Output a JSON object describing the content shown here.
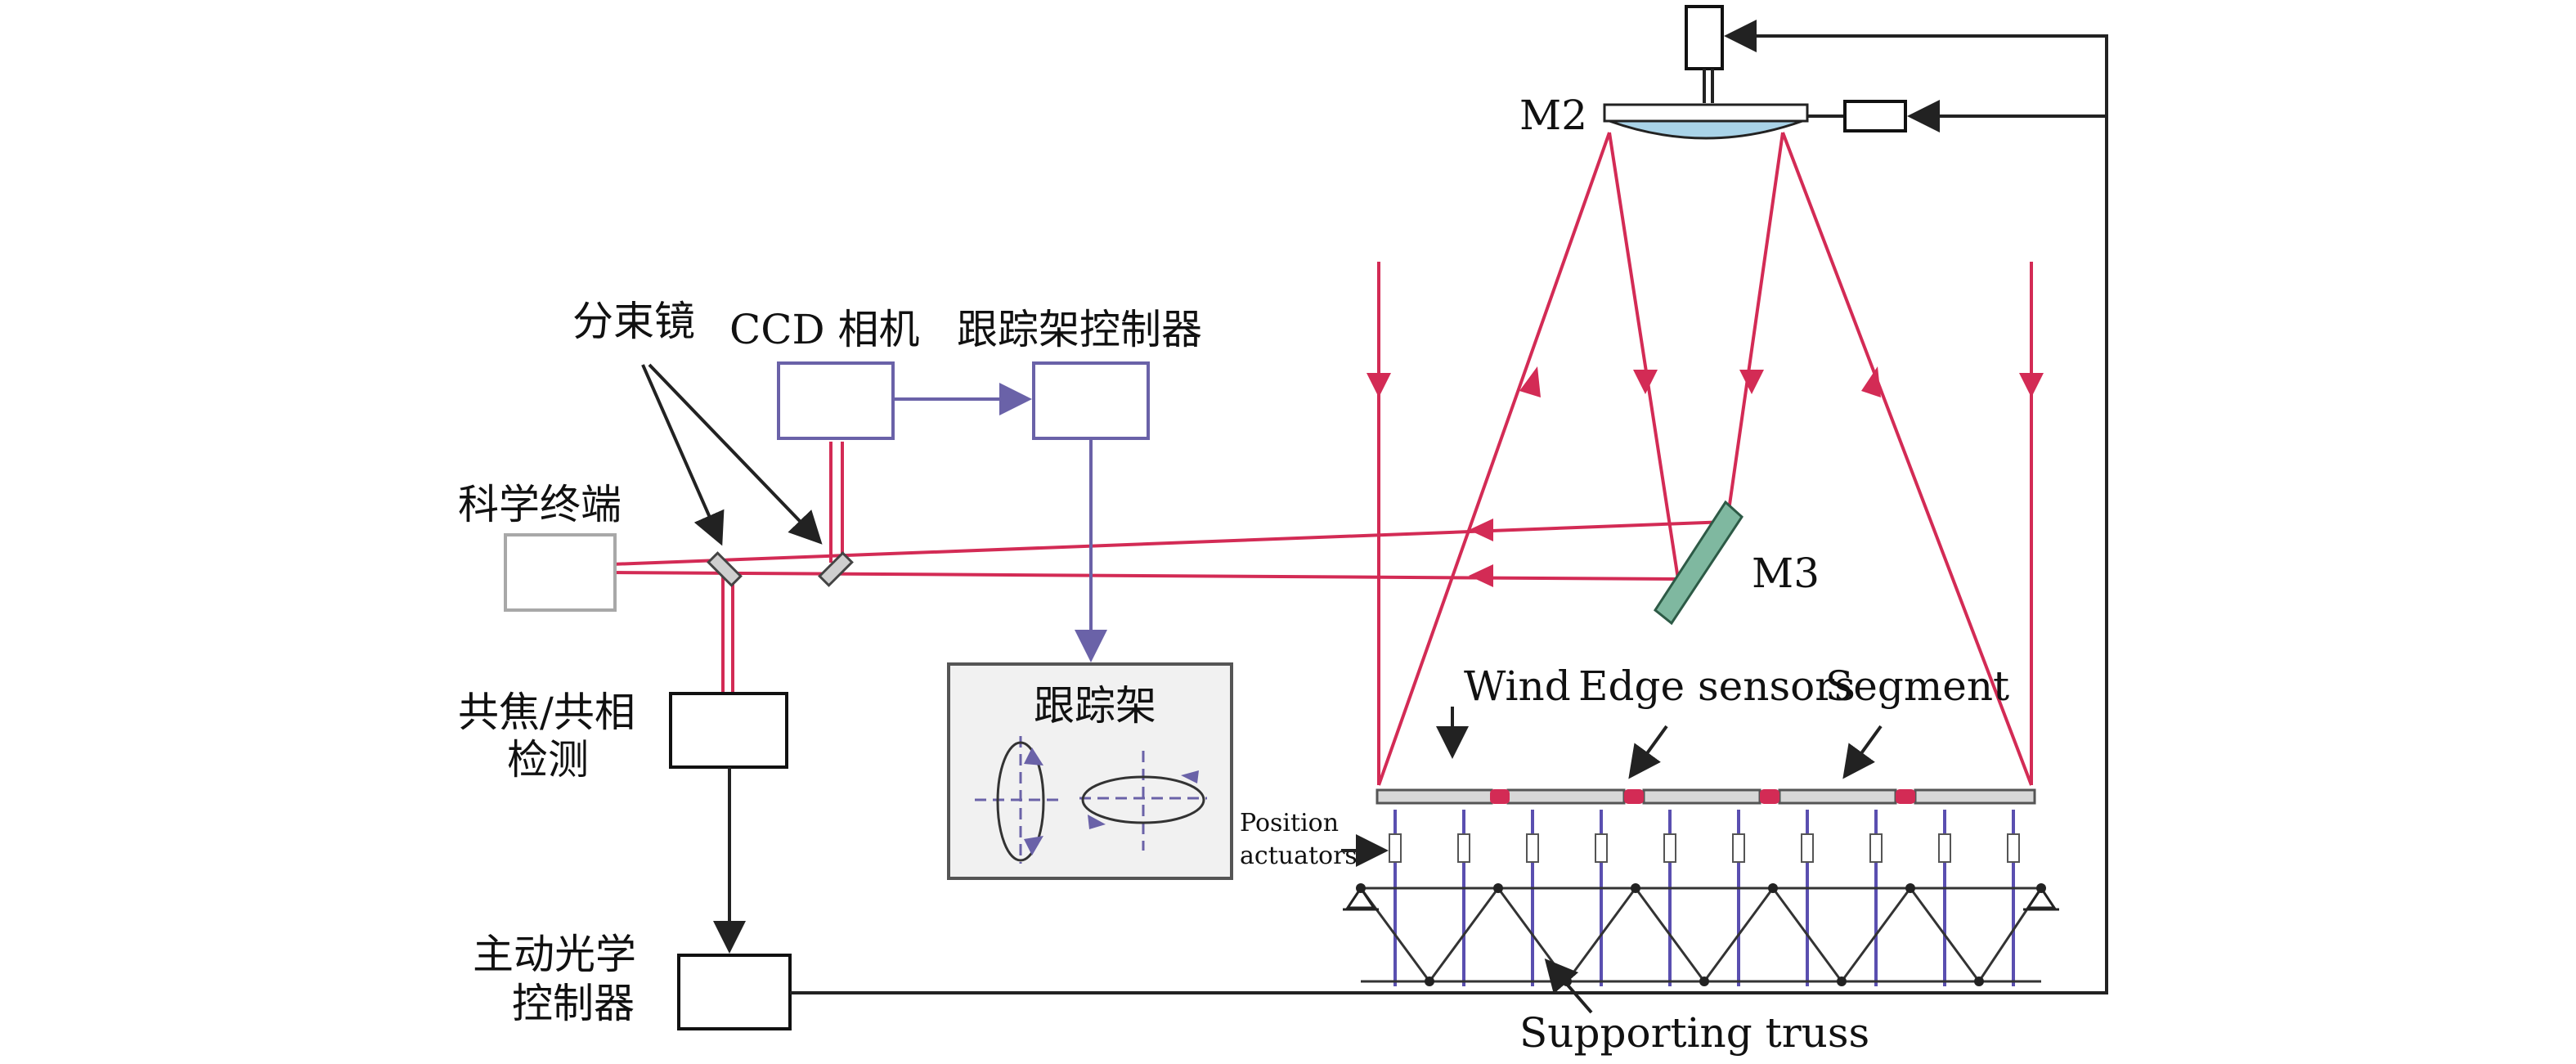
{
  "labels": {
    "m2": "M2",
    "m3": "M3",
    "beamsplitter": "分束镜",
    "ccd_camera": "CCD 相机",
    "tracker_controller": "跟踪架控制器",
    "science_terminal": "科学终端",
    "cophase_line1": "共焦/共相",
    "cophase_line2": "检测",
    "active_optics_line1": "主动光学",
    "active_optics_line2": "控制器",
    "tracking_mount": "跟踪架",
    "wind": "Wind",
    "edge_sensors": "Edge sensors",
    "segment": "Segment",
    "position_line1": "Position",
    "position_line2": "actuators",
    "supporting_truss": "Supporting truss"
  },
  "colors": {
    "light_ray": "#d32b55",
    "signal_line": "#6a62a8",
    "control_line": "#222222",
    "mirror_fill": "#7fb8a0",
    "lens_fill": "#a9d3e8"
  }
}
